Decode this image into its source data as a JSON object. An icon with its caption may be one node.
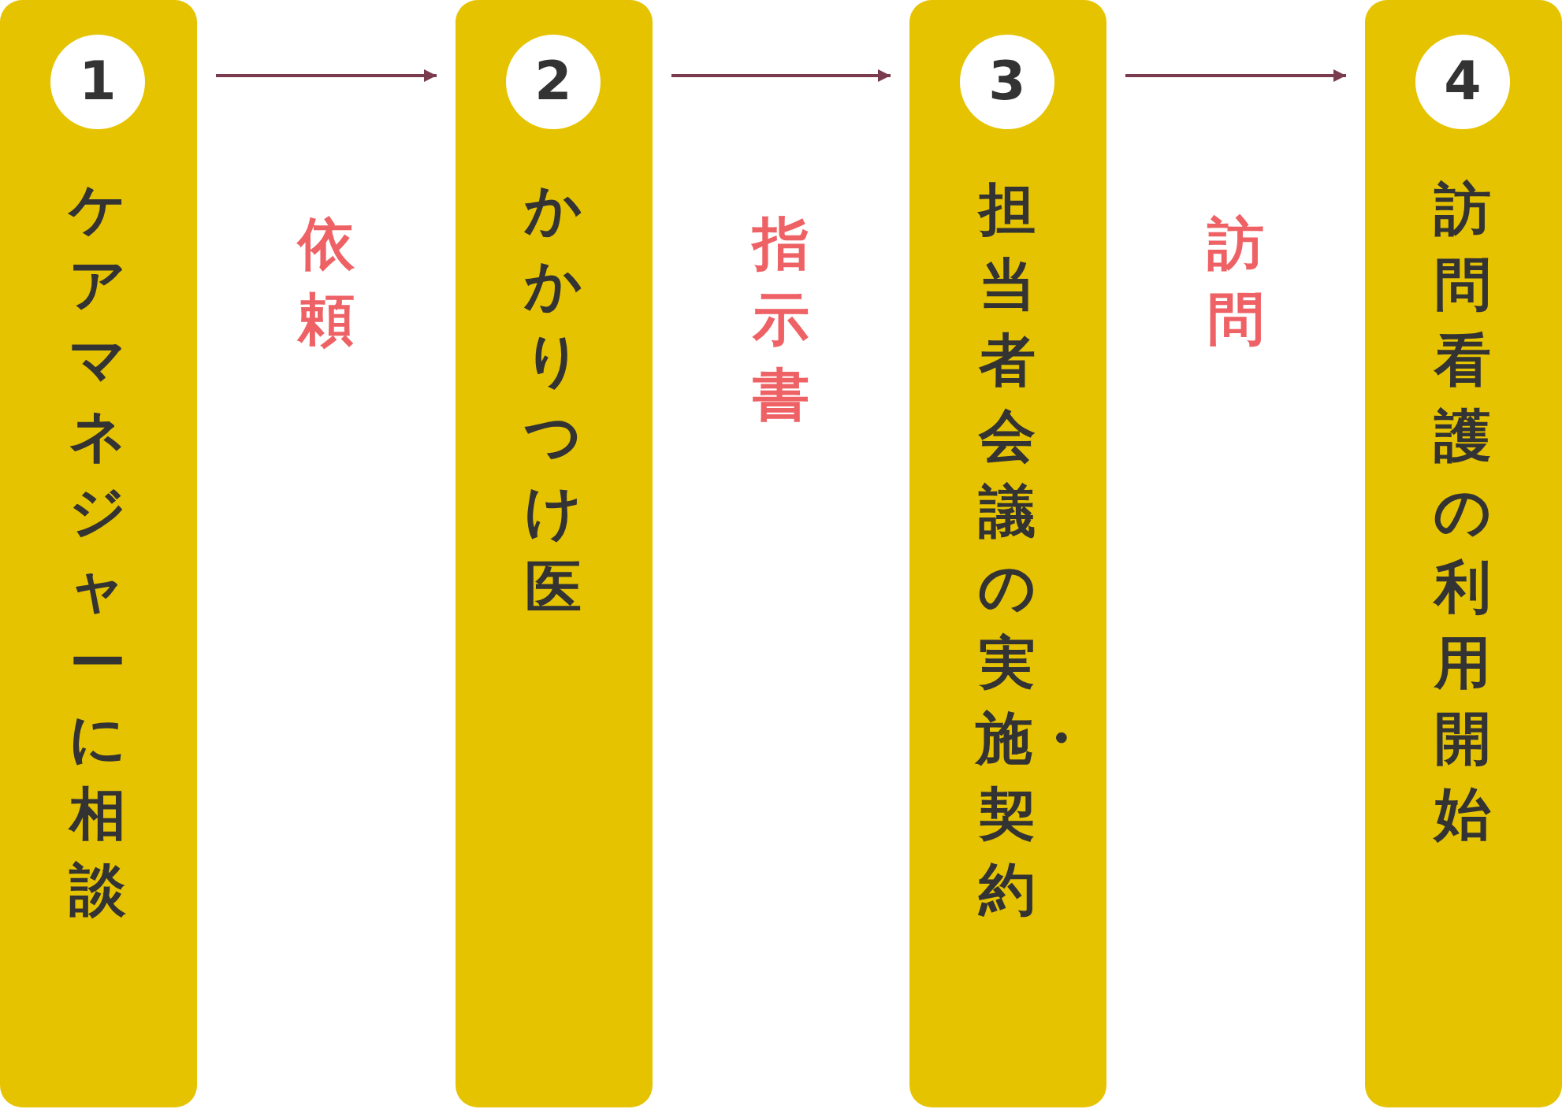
{
  "diagram": {
    "nodes": [
      {
        "text": [
          "1",
          "ケアマネジャーに相談"
        ]
      },
      {
        "text": [
          "2",
          "かかりつけ医"
        ]
      },
      {
        "text": [
          "3",
          "担当者会議の実施・契約"
        ]
      },
      {
        "text": [
          "4",
          "訪問看護の利用開始"
        ]
      }
    ],
    "edges": [
      {
        "from": 0,
        "to": 1,
        "arrow": "to",
        "label": "依頼"
      },
      {
        "from": 1,
        "to": 2,
        "arrow": "to",
        "label": "指示書"
      },
      {
        "from": 2,
        "to": 3,
        "arrow": "to",
        "label": "訪問"
      }
    ]
  }
}
